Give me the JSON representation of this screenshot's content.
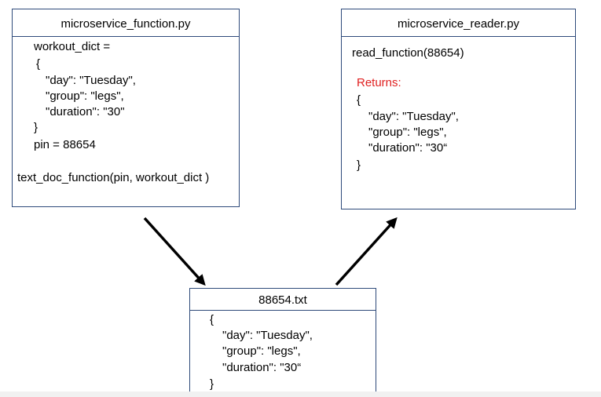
{
  "function_box": {
    "title": "microservice_function.py",
    "lines": [
      "workout_dict =",
      "{",
      "\"day\": \"Tuesday\",",
      "\"group\": \"legs\",",
      "\"duration\": \"30\"",
      "}",
      "pin = 88654",
      "text_doc_function(pin, workout_dict )"
    ]
  },
  "reader_box": {
    "title": "microservice_reader.py",
    "call": "read_function(88654)",
    "returns_label": "Returns:",
    "lines": [
      "{",
      "\"day\": \"Tuesday\",",
      "\"group\": \"legs\",",
      "\"duration\": \"30“",
      "}"
    ]
  },
  "file_box": {
    "title": "88654.txt",
    "lines": [
      "{",
      "\"day\": \"Tuesday\",",
      "\"group\": \"legs\",",
      "\"duration\": \"30“",
      "}"
    ]
  },
  "colors": {
    "border": "#2e4a7a",
    "returns": "#e02020",
    "arrow": "#000000"
  }
}
